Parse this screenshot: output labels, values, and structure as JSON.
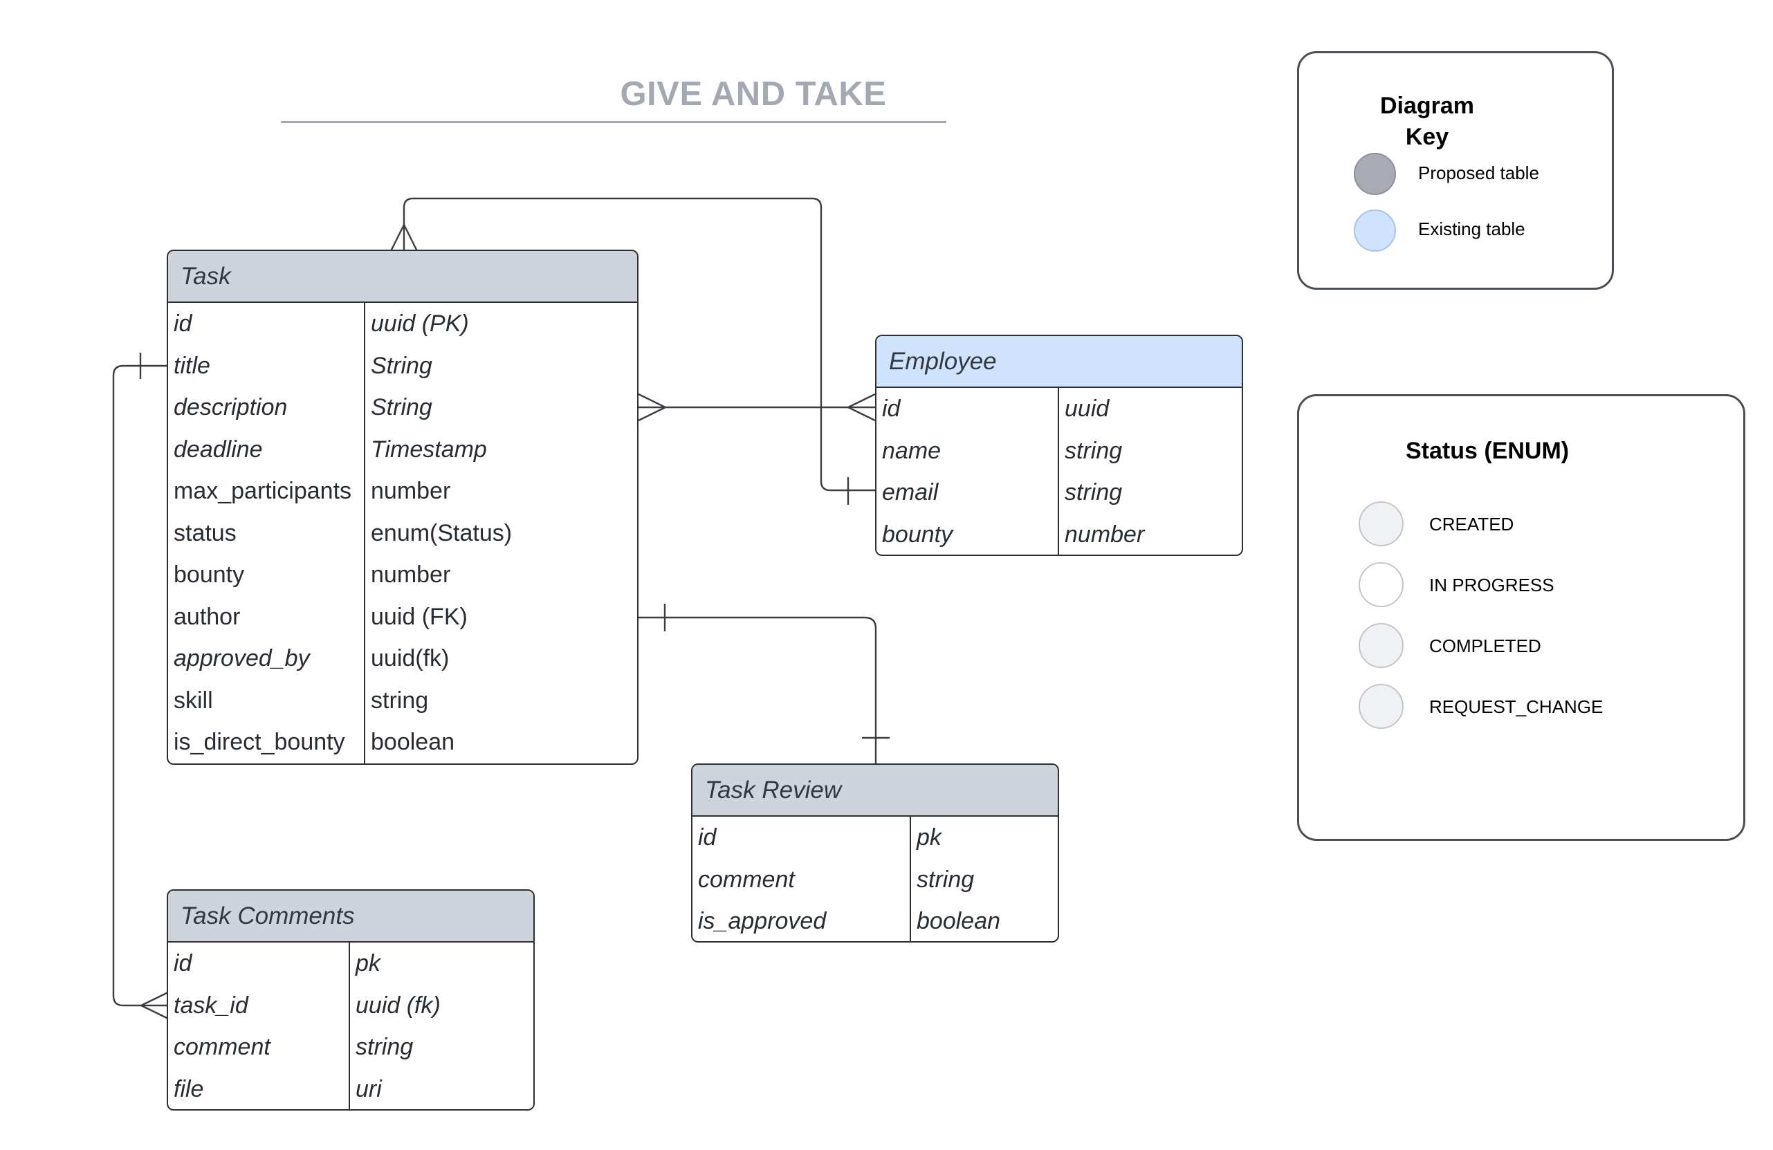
{
  "diagram": {
    "title": "GIVE AND TAKE"
  },
  "colors": {
    "proposed": "#a8abb3",
    "existing": "#cfe3fc",
    "header_proposed": "#cfd4dc",
    "enum_fill": [
      "#f0f1f3",
      "#ffffff",
      "#f0f1f3",
      "#f0f1f3"
    ]
  },
  "key": {
    "title_line1": "Diagram",
    "title_line2": "Key",
    "items": [
      {
        "label": "Proposed table",
        "color": "#a8abb3"
      },
      {
        "label": "Existing table",
        "color": "#cfe3fc"
      }
    ]
  },
  "status_enum": {
    "title": "Status (ENUM)",
    "values": [
      "CREATED",
      "IN PROGRESS",
      "COMPLETED",
      "REQUEST_CHANGE"
    ]
  },
  "tables": {
    "task": {
      "name": "Task",
      "kind": "proposed",
      "rows": [
        {
          "field": "id",
          "type": "uuid (PK)"
        },
        {
          "field": "title",
          "type": "String"
        },
        {
          "field": "description",
          "type": "String"
        },
        {
          "field": "deadline",
          "type": "Timestamp"
        },
        {
          "field": "max_participants",
          "type": "number"
        },
        {
          "field": "status",
          "type": "enum(Status)"
        },
        {
          "field": "bounty",
          "type": "number"
        },
        {
          "field": "author",
          "type": "uuid (FK)"
        },
        {
          "field": "approved_by",
          "type": "uuid(fk)"
        },
        {
          "field": "skill",
          "type": "string"
        },
        {
          "field": "is_direct_bounty",
          "type": "boolean"
        }
      ]
    },
    "employee": {
      "name": "Employee",
      "kind": "existing",
      "rows": [
        {
          "field": "id",
          "type": "uuid"
        },
        {
          "field": "name",
          "type": "string"
        },
        {
          "field": "email",
          "type": "string"
        },
        {
          "field": "bounty",
          "type": "number"
        }
      ]
    },
    "task_review": {
      "name": "Task Review",
      "kind": "proposed",
      "rows": [
        {
          "field": "id",
          "type": "pk"
        },
        {
          "field": "comment",
          "type": "string"
        },
        {
          "field": "is_approved",
          "type": "boolean"
        }
      ]
    },
    "task_comments": {
      "name": "Task Comments",
      "kind": "proposed",
      "rows": [
        {
          "field": "id",
          "type": "pk"
        },
        {
          "field": "task_id",
          "type": "uuid (fk)"
        },
        {
          "field": "comment",
          "type": "string"
        },
        {
          "field": "file",
          "type": "uri"
        }
      ]
    }
  },
  "relationships": [
    {
      "from": "Task.description",
      "to": "Employee.id",
      "from_end": "many",
      "to_end": "many"
    },
    {
      "from": "Task",
      "to": "Employee.email",
      "from_end": "many",
      "to_end": "one"
    },
    {
      "from": "Task.title",
      "to": "Task Comments.task_id",
      "from_end": "one",
      "to_end": "many"
    },
    {
      "from": "Task",
      "to": "Task Review",
      "from_end": "one",
      "to_end": "one"
    }
  ]
}
